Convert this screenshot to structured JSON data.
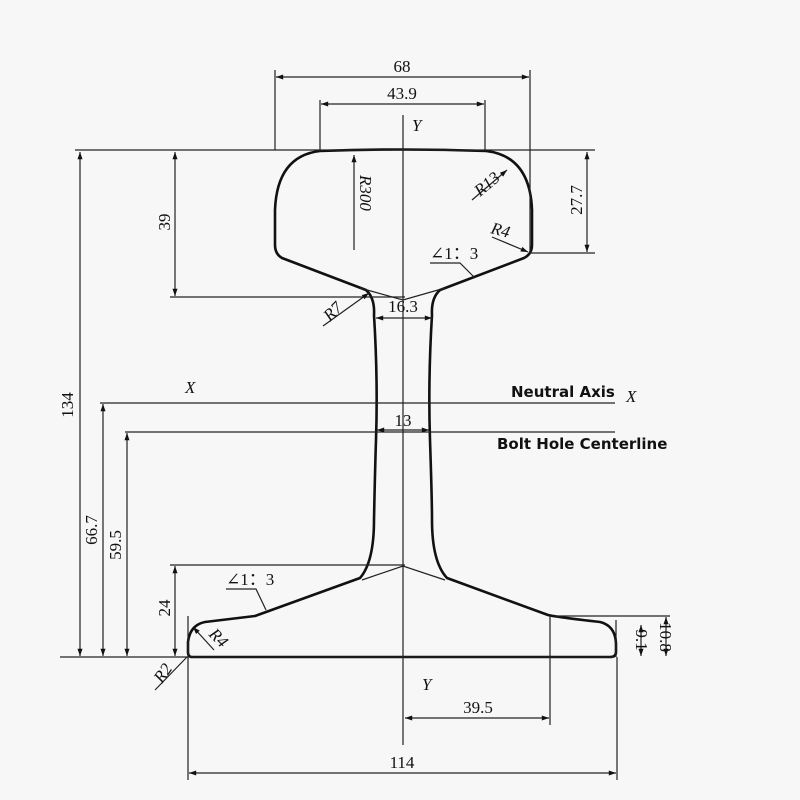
{
  "dimensions": {
    "head_width": "68",
    "crown_width": "43.9",
    "overall_height": "134",
    "head_depth": "39",
    "head_side_height": "27.7",
    "web_top_width": "16.3",
    "web_width": "13",
    "neutral_axis_height": "66.7",
    "bolt_hole_height": "59.5",
    "foot_depth": "24",
    "foot_edge_outer": "10.8",
    "foot_edge_inner": "9.1",
    "foot_half_width": "39.5",
    "foot_width": "114"
  },
  "radii": {
    "crown": "R300",
    "head_corner": "R13",
    "head_lower": "R4",
    "web_fillet": "R7",
    "foot_corner": "R4",
    "foot_edge": "R2"
  },
  "slopes": {
    "head": "∠1：3",
    "foot": "∠1：3"
  },
  "axes": {
    "y_top": "Y",
    "y_bottom": "Y",
    "x_left": "X",
    "x_right": "X"
  },
  "labels": {
    "neutral_axis": "Neutral Axis",
    "bolt_hole": "Bolt Hole Centerline"
  }
}
